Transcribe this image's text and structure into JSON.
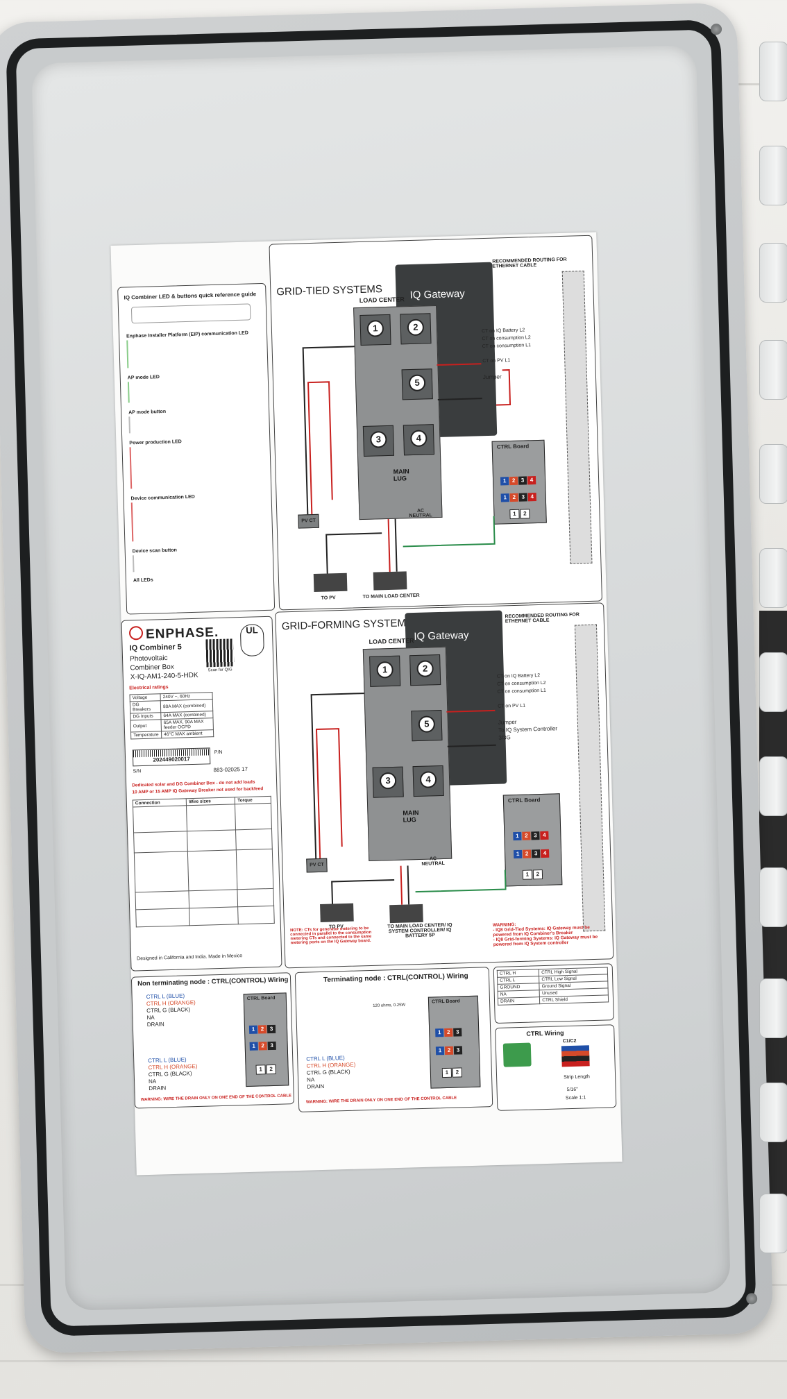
{
  "grid_tied": {
    "title": "GRID-TIED SYSTEMS",
    "gateway": "IQ Gateway",
    "load_center": "LOAD CENTER",
    "main_lug": "MAIN\nLUG",
    "ac_neutral": "AC\nNEUTRAL",
    "pv_ct": "PV CT",
    "routing": "RECOMMENDED ROUTING FOR ETHERNET CABLE",
    "ct_labels": [
      "CT on IQ Battery L2",
      "CT on consumption L2",
      "CT on consumption L1",
      "CT on PV L1"
    ],
    "jumper": "Jumper",
    "ctrl_board": "CTRL Board",
    "to_pv": "TO PV",
    "to_main": "TO MAIN LOAD CENTER"
  },
  "grid_forming": {
    "title": "GRID-FORMING SYSTEMS",
    "gateway": "IQ Gateway",
    "load_center": "LOAD CENTER",
    "main_lug": "MAIN\nLUG",
    "ac_neutral": "AC\nNEUTRAL",
    "pv_ct": "PV CT",
    "routing": "RECOMMENDED ROUTING FOR ETHERNET CABLE",
    "ct_labels": [
      "CT on IQ Battery L2",
      "CT on consumption L2",
      "CT on consumption L1",
      "CT on PV L1"
    ],
    "jumper": "Jumper",
    "to_system": "To IQ System Controller 3/3G",
    "ctrl_board": "CTRL Board",
    "to_pv": "TO PV",
    "to_main": "TO MAIN LOAD CENTER/ IQ SYSTEM CONTROLLER/ IQ BATTERY 5P",
    "note": "NOTE: CTs for generator metering to be connected in parallel to the consumption metering CTs and connected to the same metering ports on the IQ Gateway board.",
    "warning_title": "WARNING:",
    "warning_1": "- IQ8 Grid-Tied Systems: IQ Gateway must be powered from IQ Combiner's Breaker",
    "warning_2": "- IQ8 Grid-forming Systems: IQ Gateway must be powered from IQ System controller"
  },
  "quick_ref": {
    "title": "IQ Combiner LED & buttons quick reference guide",
    "sections": [
      "Enphase Installer Platform (EIP) communication LED",
      "AP mode LED",
      "AP mode button",
      "Power production LED",
      "Device communication LED",
      "Device scan button",
      "All LEDs"
    ]
  },
  "product": {
    "brand": "ENPHASE.",
    "name": "IQ Combiner 5",
    "desc1": "Photovoltaic",
    "desc2": "Combiner Box",
    "model": "X-IQ-AM1-240-5-HDK",
    "scan": "Scan for QIG",
    "ratings_title": "Electrical ratings",
    "ratings": [
      [
        "Voltage",
        "240V ~, 60Hz"
      ],
      [
        "DG Breakers",
        "80A MAX (combined)"
      ],
      [
        "DG Inputs",
        "64A MAX (combined)"
      ],
      [
        "Output",
        "65A MAX, 90A MAX feeder OCPD"
      ],
      [
        "Temperature",
        "46°C MAX ambient"
      ]
    ],
    "serial": "202449020017",
    "sn_label": "S/N",
    "pn_label": "P/N",
    "pn": "883-02025 17",
    "dedicated": "Dedicated solar and DG Combiner Box - do not add loads",
    "backfeed": "10 AMP or 15 AMP IQ Gateway Breaker not used for backfeed",
    "wire_headers": [
      "Connection",
      "Wire sizes",
      "Torque"
    ],
    "made": "Designed in California and India. Made in Mexico"
  },
  "non_term": {
    "title": "Non terminating node : CTRL(CONTROL) Wiring",
    "wires_top": [
      "CTRL L (BLUE)",
      "CTRL H (ORANGE)",
      "CTRL G (BLACK)",
      "NA",
      "DRAIN"
    ],
    "wires_bot": [
      "CTRL L (BLUE)",
      "CTRL H (ORANGE)",
      "CTRL G (BLACK)",
      "NA",
      "DRAIN"
    ],
    "ctrl_board": "CTRL Board",
    "warning": "WARNING: WIRE THE DRAIN ONLY ON ONE END OF THE CONTROL CABLE"
  },
  "term": {
    "title": "Terminating node : CTRL(CONTROL) Wiring",
    "resistor": "120 ohms, 0.25W",
    "wires": [
      "CTRL L (BLUE)",
      "CTRL H (ORANGE)",
      "CTRL G (BLACK)",
      "NA",
      "DRAIN"
    ],
    "ctrl_board": "CTRL Board",
    "warning": "WARNING: WIRE THE DRAIN ONLY ON ONE END OF THE CONTROL CABLE"
  },
  "legend": {
    "rows": [
      [
        "CTRL H",
        "CTRL High Signal"
      ],
      [
        "CTRL L",
        "CTRL Low Signal"
      ],
      [
        "GROUND",
        "Ground Signal"
      ],
      [
        "NA",
        "Unused"
      ],
      [
        "DRAIN",
        "CTRL Shield"
      ]
    ],
    "wiring_title": "CTRL Wiring",
    "c1c2": "C1/C2",
    "strip": "Strip Length",
    "strip_len": "5/16\"",
    "scale": "Scale 1:1"
  }
}
